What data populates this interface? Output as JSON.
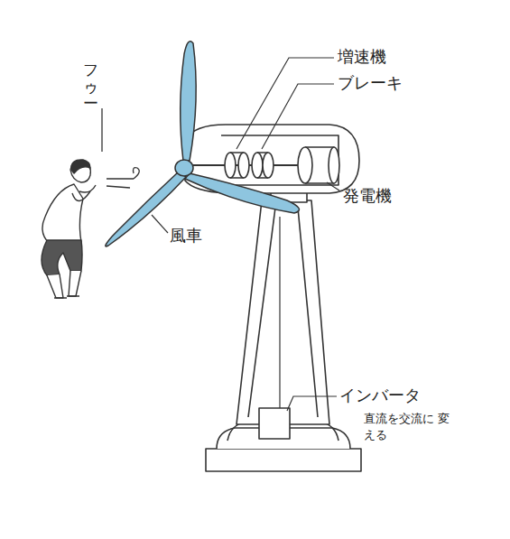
{
  "diagram": {
    "labels": [
      "フゥー",
      "増速機",
      "ブレーキ",
      "発電機",
      "風車",
      "インバータ",
      "直流を交流に 変える"
    ]
  }
}
